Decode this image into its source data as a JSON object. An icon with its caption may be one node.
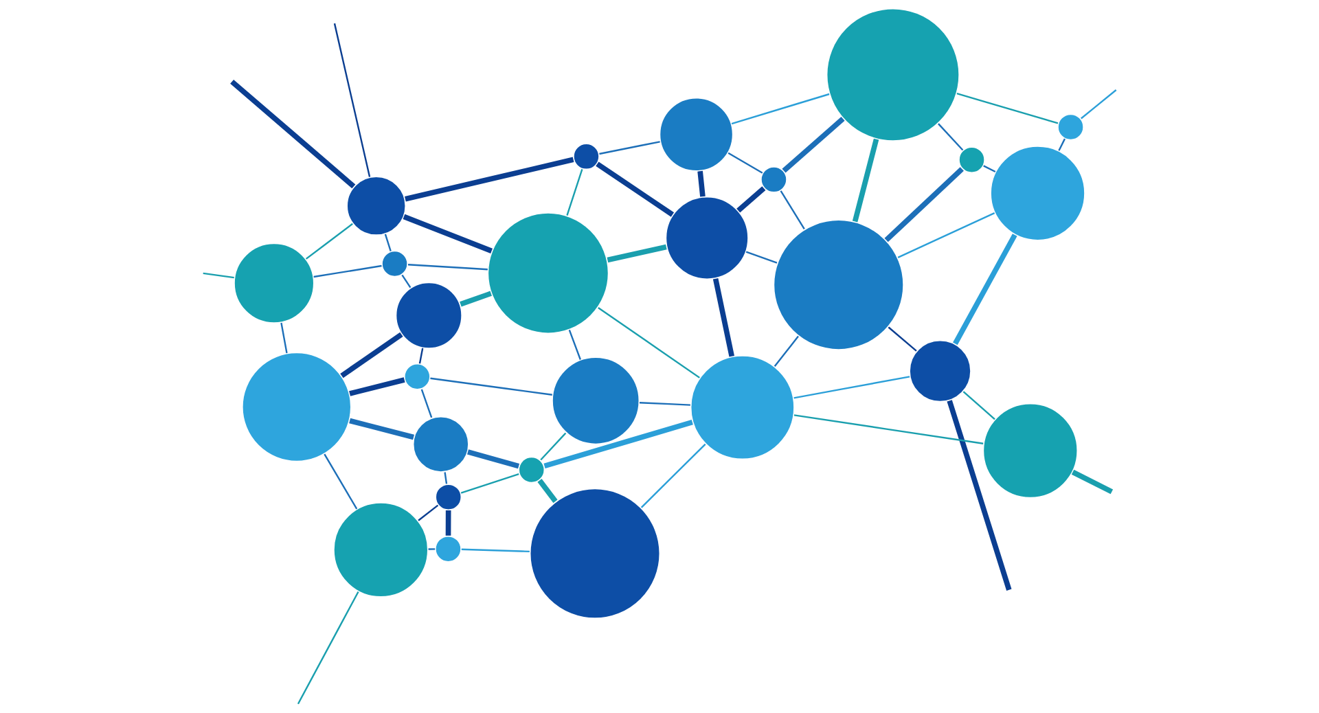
{
  "diagram": {
    "nodes": [
      {
        "text": [],
        "shape": "circle"
      },
      {
        "text": [],
        "shape": "circle"
      },
      {
        "text": [],
        "shape": "circle"
      },
      {
        "text": [],
        "shape": "circle"
      },
      {
        "text": [],
        "shape": "circle"
      },
      {
        "text": [],
        "shape": "circle"
      },
      {
        "text": [],
        "shape": "circle"
      },
      {
        "text": [],
        "shape": "circle"
      },
      {
        "text": [],
        "shape": "circle"
      },
      {
        "text": [],
        "shape": "circle"
      },
      {
        "text": [],
        "shape": "circle"
      },
      {
        "text": [],
        "shape": "circle"
      },
      {
        "text": [],
        "shape": "circle"
      },
      {
        "text": [],
        "shape": "circle"
      },
      {
        "text": [],
        "shape": "circle"
      },
      {
        "text": [],
        "shape": "circle"
      },
      {
        "text": [],
        "shape": "circle"
      },
      {
        "text": [],
        "shape": "circle"
      },
      {
        "text": [],
        "shape": "circle"
      },
      {
        "text": [],
        "shape": "circle"
      },
      {
        "text": [],
        "shape": "circle"
      },
      {
        "text": [],
        "shape": "circle"
      },
      {
        "text": [],
        "shape": "circle"
      },
      {
        "text": [],
        "shape": "circle"
      },
      {
        "text": [],
        "shape": "circle"
      },
      {
        "text": [],
        "shape": "circle"
      }
    ],
    "edges": [
      {
        "from": null,
        "to": 2,
        "arrow": "none",
        "style": "thick",
        "color": "#0b3e91"
      },
      {
        "from": null,
        "to": 2,
        "arrow": "none",
        "color": "#0b3e91"
      },
      {
        "from": null,
        "to": 6,
        "arrow": "none",
        "color": "#1a9fae"
      },
      {
        "from": 2,
        "to": 6,
        "arrow": "none",
        "color": "#1a9fae"
      },
      {
        "from": 2,
        "to": 1,
        "arrow": "none",
        "style": "thick",
        "color": "#0b3e91"
      },
      {
        "from": 2,
        "to": 8,
        "arrow": "none"
      },
      {
        "from": 2,
        "to": 11,
        "arrow": "none",
        "style": "thick",
        "color": "#0b3e91"
      },
      {
        "from": 6,
        "to": 8,
        "arrow": "none"
      },
      {
        "from": 6,
        "to": 15,
        "arrow": "none"
      },
      {
        "from": 8,
        "to": 10,
        "arrow": "none"
      },
      {
        "from": 8,
        "to": 11,
        "arrow": "none"
      },
      {
        "from": 10,
        "to": 11,
        "arrow": "none",
        "style": "thick",
        "color": "#1a9fae"
      },
      {
        "from": 10,
        "to": 15,
        "arrow": "none",
        "style": "thick",
        "color": "#0b3e91"
      },
      {
        "from": 10,
        "to": 14,
        "arrow": "none",
        "color": "#0b3e91"
      },
      {
        "from": 15,
        "to": 14,
        "arrow": "none",
        "style": "thick",
        "color": "#0b3e91"
      },
      {
        "from": 14,
        "to": 16,
        "arrow": "none"
      },
      {
        "from": 14,
        "to": 17,
        "arrow": "none"
      },
      {
        "from": 15,
        "to": 17,
        "arrow": "none",
        "style": "thick"
      },
      {
        "from": 15,
        "to": 22,
        "arrow": "none"
      },
      {
        "from": null,
        "to": 22,
        "arrow": "none",
        "color": "#1a9fae"
      },
      {
        "from": 17,
        "to": 19,
        "arrow": "none",
        "style": "thick"
      },
      {
        "from": 17,
        "to": 20,
        "arrow": "none"
      },
      {
        "from": 20,
        "to": 19,
        "arrow": "none",
        "color": "#1a9fae"
      },
      {
        "from": 22,
        "to": 20,
        "arrow": "none",
        "color": "#0b3e91"
      },
      {
        "from": 22,
        "to": 25,
        "arrow": "none"
      },
      {
        "from": 20,
        "to": 25,
        "arrow": "none",
        "style": "thick",
        "color": "#0b3e91"
      },
      {
        "from": 25,
        "to": 24,
        "arrow": "none",
        "color": "#2b9fd8"
      },
      {
        "from": 19,
        "to": 24,
        "arrow": "none",
        "style": "thick",
        "color": "#1a9fae"
      },
      {
        "from": 19,
        "to": 16,
        "arrow": "none",
        "color": "#1a9fae"
      },
      {
        "from": 19,
        "to": 21,
        "arrow": "none",
        "style": "thick",
        "color": "#2b9fd8"
      },
      {
        "from": 11,
        "to": 16,
        "arrow": "none"
      },
      {
        "from": 11,
        "to": 21,
        "arrow": "none",
        "color": "#1a9fae"
      },
      {
        "from": 16,
        "to": 21,
        "arrow": "none"
      },
      {
        "from": 24,
        "to": 21,
        "arrow": "none",
        "color": "#2b9fd8"
      },
      {
        "from": 12,
        "to": 21,
        "arrow": "none",
        "style": "thick",
        "color": "#0b3e91"
      },
      {
        "from": 13,
        "to": 21,
        "arrow": "none"
      },
      {
        "from": 21,
        "to": 18,
        "arrow": "none",
        "color": "#2b9fd8"
      },
      {
        "from": 21,
        "to": 23,
        "arrow": "none",
        "color": "#1a9fae"
      },
      {
        "from": 1,
        "to": 11,
        "arrow": "none",
        "color": "#1a9fae"
      },
      {
        "from": 1,
        "to": 4,
        "arrow": "none"
      },
      {
        "from": 1,
        "to": 12,
        "arrow": "none",
        "style": "thick",
        "color": "#0b3e91"
      },
      {
        "from": 4,
        "to": 12,
        "arrow": "none",
        "style": "thick",
        "color": "#0b3e91"
      },
      {
        "from": 4,
        "to": 7,
        "arrow": "none"
      },
      {
        "from": 4,
        "to": 0,
        "arrow": "none",
        "color": "#2b9fd8"
      },
      {
        "from": 11,
        "to": 12,
        "arrow": "none",
        "style": "thick",
        "color": "#1a9fae"
      },
      {
        "from": 12,
        "to": 7,
        "arrow": "none",
        "style": "thick",
        "color": "#0b3e91"
      },
      {
        "from": 12,
        "to": 13,
        "arrow": "none"
      },
      {
        "from": 7,
        "to": 0,
        "arrow": "none",
        "style": "thick"
      },
      {
        "from": 7,
        "to": 13,
        "arrow": "none"
      },
      {
        "from": 0,
        "to": 13,
        "arrow": "none",
        "style": "thick",
        "color": "#1a9fae"
      },
      {
        "from": 0,
        "to": 3,
        "arrow": "none",
        "color": "#1a9fae"
      },
      {
        "from": 0,
        "to": 5,
        "arrow": "none"
      },
      {
        "from": 5,
        "to": 13,
        "arrow": "none",
        "style": "thick"
      },
      {
        "from": 5,
        "to": 9,
        "arrow": "none"
      },
      {
        "from": 3,
        "to": 9,
        "arrow": "none"
      },
      {
        "from": 3,
        "to": null,
        "arrow": "none",
        "color": "#2b9fd8"
      },
      {
        "from": 9,
        "to": 13,
        "arrow": "none",
        "color": "#2b9fd8"
      },
      {
        "from": 9,
        "to": 18,
        "arrow": "none",
        "style": "thick",
        "color": "#2b9fd8"
      },
      {
        "from": 13,
        "to": 18,
        "arrow": "none",
        "color": "#0b3e91"
      },
      {
        "from": 18,
        "to": null,
        "arrow": "none",
        "style": "thick",
        "color": "#0b3e91"
      },
      {
        "from": 18,
        "to": 23,
        "arrow": "none",
        "color": "#1a9fae"
      },
      {
        "from": 23,
        "to": null,
        "arrow": "none",
        "style": "thick",
        "color": "#1a9fae"
      }
    ]
  }
}
